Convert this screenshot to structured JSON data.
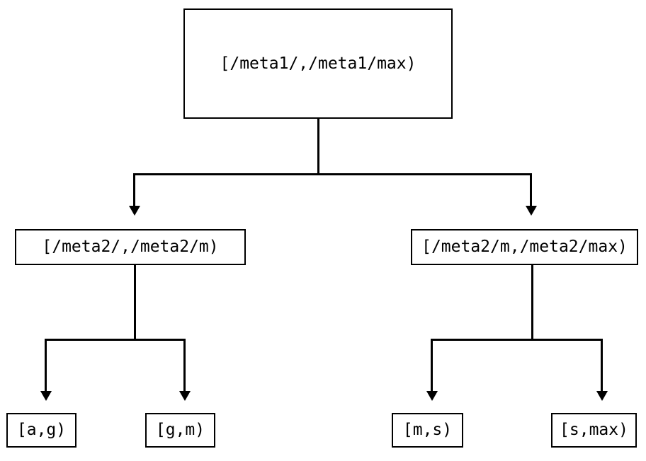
{
  "diagram": {
    "type": "tree",
    "orientation": "top-down",
    "background_color": "#ffffff",
    "stroke_color": "#000000",
    "nodes": {
      "root": {
        "label": "[/meta1/,/meta1/max)"
      },
      "level2": [
        {
          "label": "[/meta2/,/meta2/m)"
        },
        {
          "label": "[/meta2/m,/meta2/max)"
        }
      ],
      "leaves": [
        {
          "label": "[a,g)"
        },
        {
          "label": "[g,m)"
        },
        {
          "label": "[m,s)"
        },
        {
          "label": "[s,max)"
        }
      ]
    },
    "edges": [
      {
        "from": "root",
        "to": "[/meta2/,/meta2/m)",
        "arrow": "down-triangle"
      },
      {
        "from": "root",
        "to": "[/meta2/m,/meta2/max)",
        "arrow": "down-triangle"
      },
      {
        "from": "[/meta2/,/meta2/m)",
        "to": "[a,g)",
        "arrow": "down-triangle"
      },
      {
        "from": "[/meta2/,/meta2/m)",
        "to": "[g,m)",
        "arrow": "down-triangle"
      },
      {
        "from": "[/meta2/m,/meta2/max)",
        "to": "[m,s)",
        "arrow": "down-triangle"
      },
      {
        "from": "[/meta2/m,/meta2/max)",
        "to": "[s,max)",
        "arrow": "down-triangle"
      }
    ]
  }
}
